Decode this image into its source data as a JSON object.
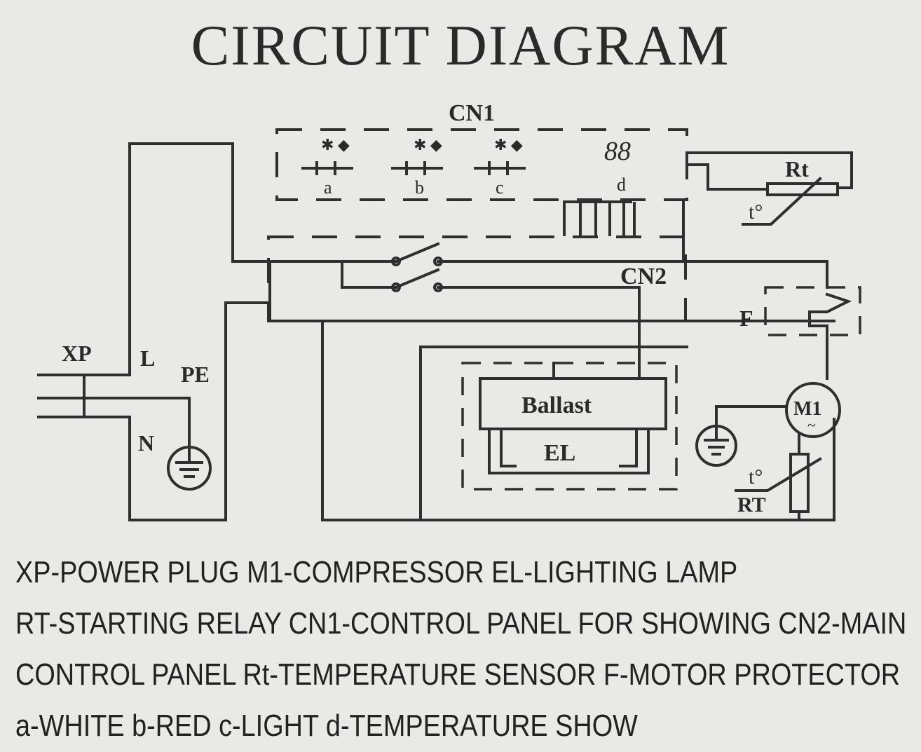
{
  "title": "CIRCUIT DIAGRAM",
  "labels": {
    "cn1": "CN1",
    "cn2": "CN2",
    "rt_sensor": "Rt",
    "t_deg_top": "t°",
    "xp": "XP",
    "l": "L",
    "pe": "PE",
    "n": "N",
    "f": "F",
    "m1": "M1",
    "m1_tilde": "~",
    "ballast": "Ballast",
    "el": "EL",
    "t_deg_bottom": "t°",
    "rt_relay": "RT",
    "a": "a",
    "b": "b",
    "c": "c",
    "d": "d",
    "display": "88"
  },
  "legend": [
    "XP-POWER PLUG M1-COMPRESSOR  EL-LIGHTING LAMP",
    "RT-STARTING RELAY  CN1-CONTROL PANEL FOR SHOWING  CN2-MAIN",
    "CONTROL PANEL Rt-TEMPERATURE SENSOR  F-MOTOR PROTECTOR",
    "a-WHITE  b-RED  c-LIGHT  d-TEMPERATURE SHOW"
  ]
}
